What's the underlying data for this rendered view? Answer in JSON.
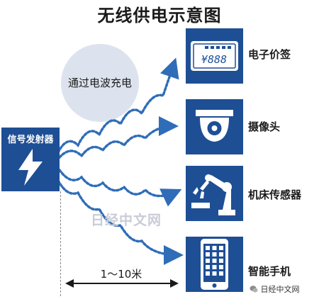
{
  "title": "无线供电示意图",
  "bubble_label": "通过电波充电",
  "transmitter": {
    "label": "信号发射器",
    "icon": "lightning-bolt-icon"
  },
  "devices": [
    {
      "label": "电子价签",
      "icon": "price-tag-icon",
      "display_text": "¥888"
    },
    {
      "label": "摄像头",
      "icon": "camera-icon"
    },
    {
      "label": "机床传感器",
      "icon": "robot-arm-icon"
    },
    {
      "label": "智能手机",
      "icon": "smartphone-icon"
    }
  ],
  "distance_label": "1～10米",
  "watermark": "日经中文网",
  "source": "日经中文网",
  "colors": {
    "device_blue": "#1e4f95",
    "wave_blue": "#2f6db8",
    "bubble": "#dde3ee"
  }
}
